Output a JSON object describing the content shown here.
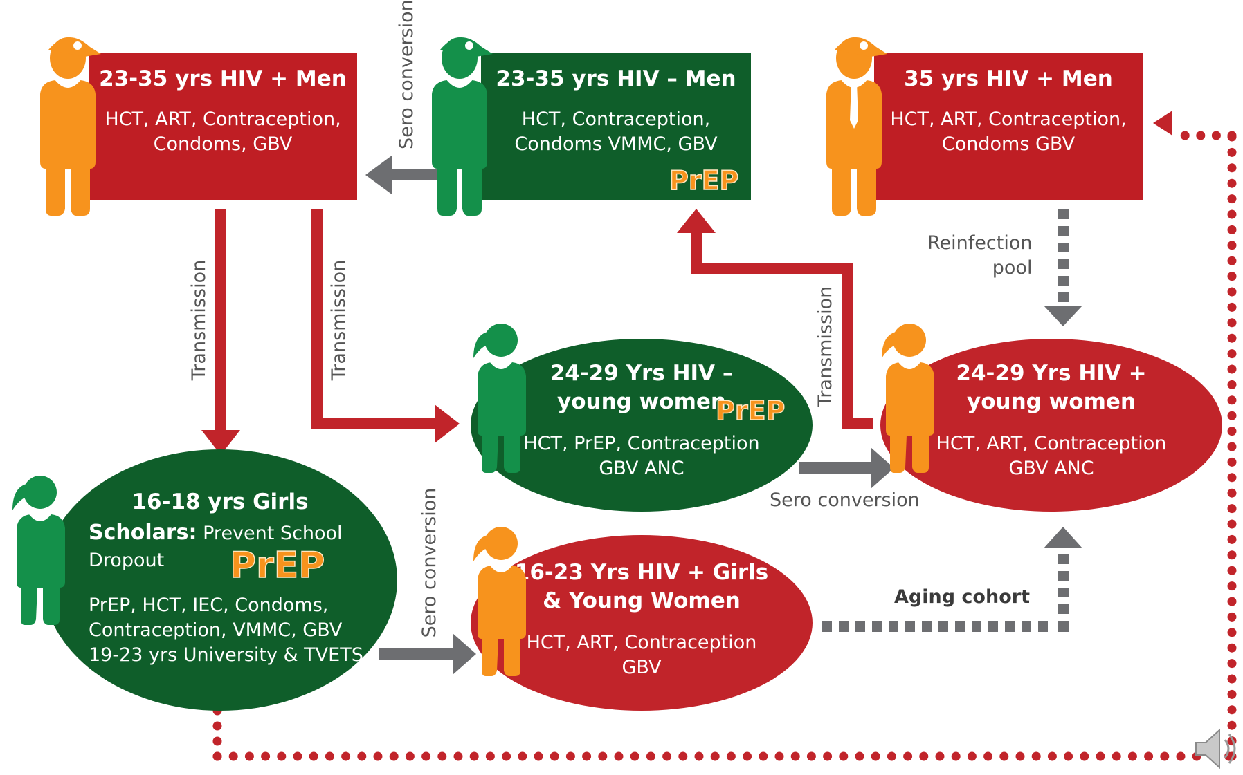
{
  "nodes": {
    "men_pos_23_35": {
      "title": "23-35 yrs HIV + Men",
      "services": [
        "HCT, ART, Contraception,",
        "Condoms, GBV"
      ]
    },
    "men_neg_23_35": {
      "title": "23-35 yrs HIV – Men",
      "services": [
        "HCT, Contraception,",
        "Condoms VMMC, GBV"
      ],
      "badge": "PrEP"
    },
    "men_pos_35": {
      "title": "35 yrs HIV + Men",
      "services": [
        "HCT, ART, Contraception,",
        "Condoms GBV"
      ]
    },
    "women_neg_24_29": {
      "title_lines": [
        "24-29 Yrs HIV –",
        "young women"
      ],
      "services": [
        "HCT, PrEP, Contraception",
        "GBV ANC"
      ],
      "badge": "PrEP"
    },
    "women_pos_24_29": {
      "title_lines": [
        "24-29 Yrs HIV +",
        "young women"
      ],
      "services": [
        "HCT, ART, Contraception",
        "GBV ANC"
      ]
    },
    "girls_16_18": {
      "title": "16-18 yrs Girls",
      "subtitle_bold": "Scholars:",
      "subtitle_rest": " Prevent School",
      "subtitle_line2": "Dropout",
      "services": [
        "PrEP, HCT, IEC, Condoms,",
        "Contraception, VMMC, GBV",
        "19-23 yrs University & TVETS"
      ],
      "badge": "PrEP"
    },
    "girls_pos_16_23": {
      "title_lines": [
        "16-23 Yrs HIV + Girls",
        "& Young Women"
      ],
      "services": [
        "HCT, ART, Contraception",
        "GBV"
      ]
    }
  },
  "edges": {
    "sero_conversion_top": "Sero conversion",
    "transmission_left": "Transmission",
    "transmission_mid": "Transmission",
    "transmission_right": "Transmission",
    "reinfection_pool": [
      "Reinfection",
      "pool"
    ],
    "sero_conversion_mid": "Sero conversion",
    "sero_conversion_bottom": "Sero conversion",
    "aging_cohort": "Aging cohort"
  },
  "colors": {
    "red": "#bf1e24",
    "green": "#0f5e2a",
    "orange": "#f7931d",
    "grey": "#6d6e71"
  },
  "icons": {
    "speaker": "speaker-icon",
    "man": "man-with-cap-icon",
    "woman": "woman-with-ponytail-icon"
  }
}
